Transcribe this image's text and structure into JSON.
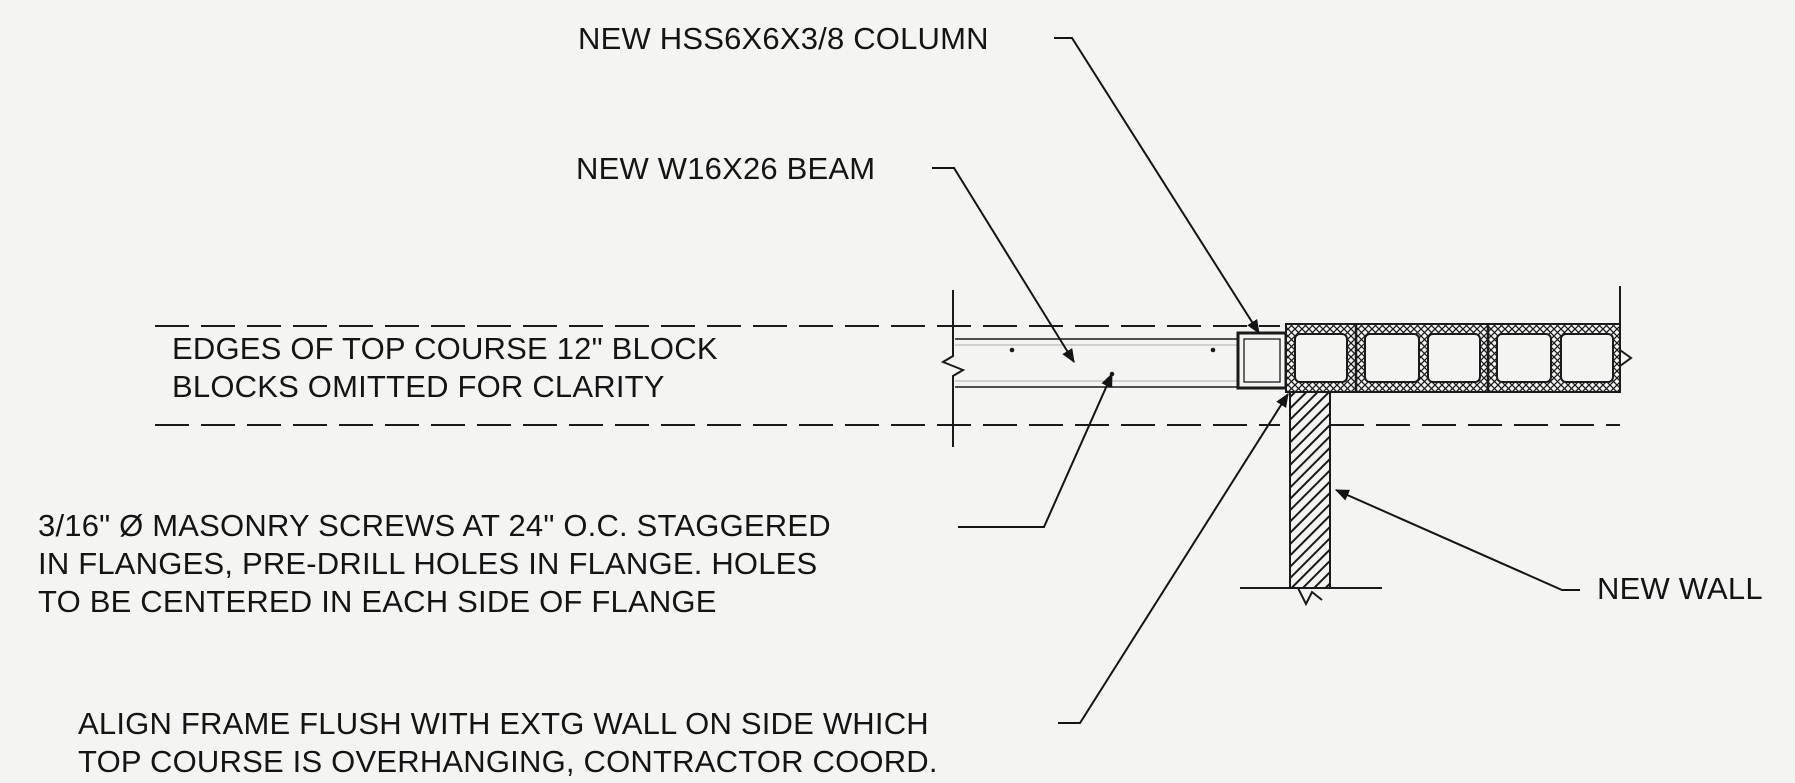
{
  "labels": {
    "column": "NEW HSS6X6X3/8 COLUMN",
    "beam": "NEW W16X26 BEAM",
    "edges": [
      "EDGES OF TOP COURSE 12\" BLOCK",
      "BLOCKS OMITTED FOR CLARITY"
    ],
    "screws": [
      "3/16\" Ø MASONRY SCREWS AT 24\" O.C. STAGGERED",
      "IN FLANGES, PRE-DRILL HOLES IN FLANGE. HOLES",
      "TO BE CENTERED IN EACH SIDE OF FLANGE"
    ],
    "new_wall": "NEW WALL",
    "align": [
      "ALIGN FRAME FLUSH WITH EXTG WALL ON SIDE WHICH",
      "TOP COURSE IS OVERHANGING, CONTRACTOR COORD."
    ]
  }
}
